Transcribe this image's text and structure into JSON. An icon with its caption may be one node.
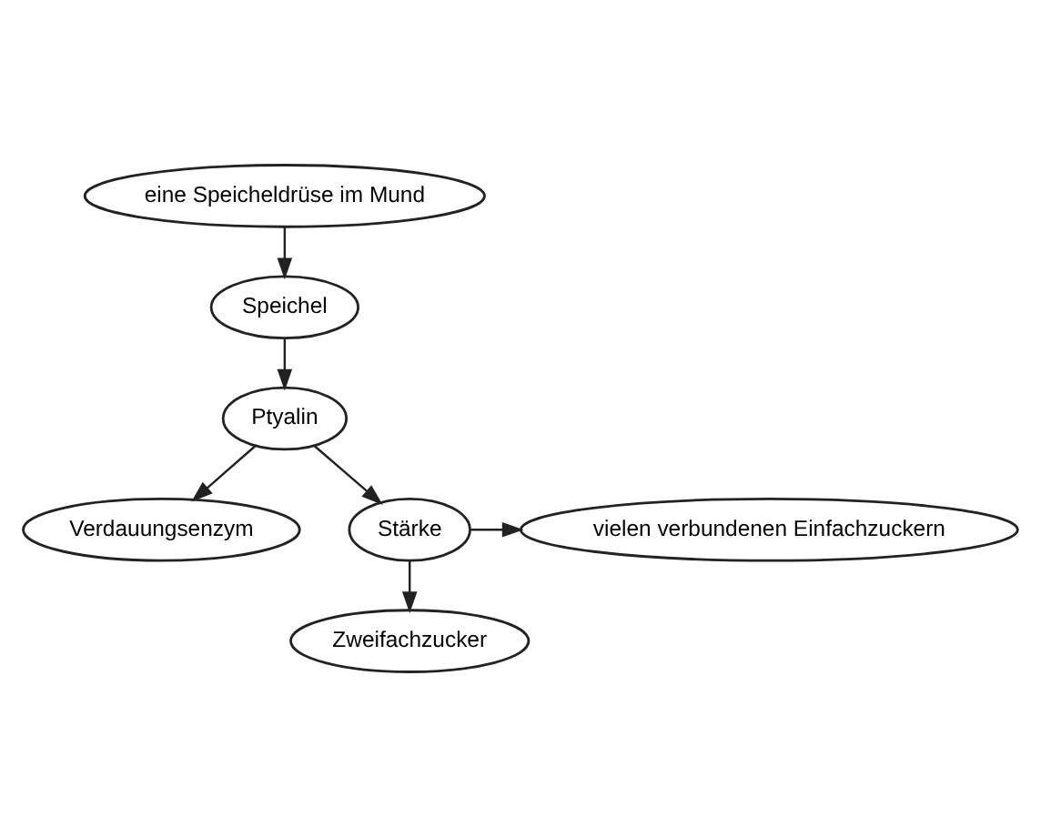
{
  "diagram": {
    "nodes": [
      {
        "text": [
          "eine Speicheldrüse im Mund"
        ]
      },
      {
        "text": [
          "Speichel"
        ]
      },
      {
        "text": [
          "Ptyalin"
        ]
      },
      {
        "text": [
          "Verdauungsenzym"
        ]
      },
      {
        "text": [
          "Stärke"
        ]
      },
      {
        "text": [
          "vielen verbundenen Einfachzuckern"
        ]
      },
      {
        "text": [
          "Zweifachzucker"
        ]
      }
    ],
    "edges": [
      {
        "from": 0,
        "to": 1,
        "arrow": "to"
      },
      {
        "from": 1,
        "to": 2,
        "arrow": "to"
      },
      {
        "from": 2,
        "to": 3,
        "arrow": "to"
      },
      {
        "from": 2,
        "to": 4,
        "arrow": "to"
      },
      {
        "from": 4,
        "to": 5,
        "arrow": "to"
      },
      {
        "from": 4,
        "to": 6,
        "arrow": "to"
      }
    ]
  }
}
